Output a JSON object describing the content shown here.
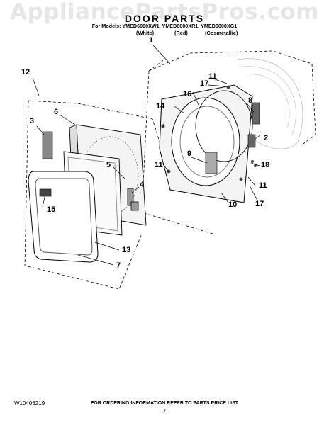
{
  "watermark": "AppliancePartsPros.com",
  "header": {
    "title": "DOOR PARTS",
    "models_line": "For Models: YMED6000XW1, YMED6000XR1, YMED6000XG1",
    "color_white": "(White)",
    "color_red": "(Red)",
    "color_cosmetallic": "(Cosmetallic)"
  },
  "callouts": [
    {
      "id": "c1",
      "label": "1"
    },
    {
      "id": "c2",
      "label": "2"
    },
    {
      "id": "c3",
      "label": "3"
    },
    {
      "id": "c4",
      "label": "4"
    },
    {
      "id": "c5",
      "label": "5"
    },
    {
      "id": "c6",
      "label": "6"
    },
    {
      "id": "c7a",
      "label": "7"
    },
    {
      "id": "c8",
      "label": "8"
    },
    {
      "id": "c9",
      "label": "9"
    },
    {
      "id": "c10",
      "label": "10"
    },
    {
      "id": "c11a",
      "label": "11"
    },
    {
      "id": "c11b",
      "label": "11"
    },
    {
      "id": "c11c",
      "label": "11"
    },
    {
      "id": "c12",
      "label": "12"
    },
    {
      "id": "c13",
      "label": "13"
    },
    {
      "id": "c14",
      "label": "14"
    },
    {
      "id": "c15",
      "label": "15"
    },
    {
      "id": "c16",
      "label": "16"
    },
    {
      "id": "c17a",
      "label": "17"
    },
    {
      "id": "c17b",
      "label": "17"
    },
    {
      "id": "c18",
      "label": "18"
    }
  ],
  "footer": {
    "doc_number": "W10406219",
    "ordering_info": "FOR ORDERING INFORMATION REFER TO PARTS PRICE LIST",
    "page_number": "7"
  }
}
